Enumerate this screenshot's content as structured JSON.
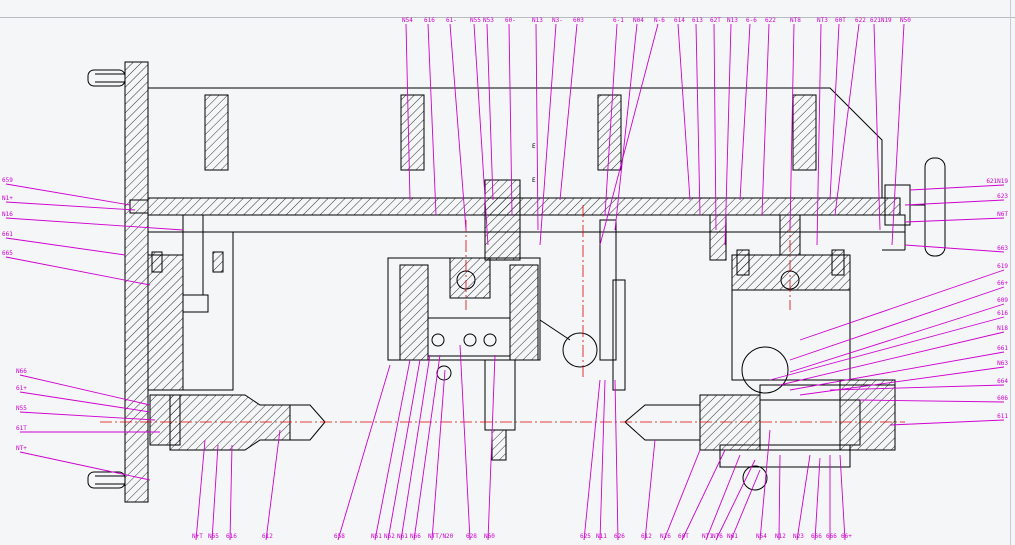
{
  "drawing": {
    "colors": {
      "outline": "#000000",
      "leader": "#d000d0",
      "centerline": "#e00000",
      "background": "#f4f6f8"
    },
    "labels_top": [
      "N54",
      "616",
      "61-",
      "N55",
      "N53",
      "60-",
      "N13",
      "N3-",
      "603",
      "6-1",
      "N04",
      "N-6",
      "614",
      "613",
      "62T",
      "N13",
      "6-6",
      "622",
      "NT8",
      "NT3",
      "60T",
      "622",
      "621N19",
      "N50"
    ],
    "labels_left": [
      "659",
      "N1+",
      "N16",
      "661",
      "665",
      "N66",
      "61+",
      "N55",
      "61T",
      "NT+"
    ],
    "labels_right": [
      "621N19",
      "623",
      "N6T",
      "663",
      "619",
      "66+",
      "609",
      "616",
      "N18",
      "661",
      "N63",
      "664",
      "606",
      "611"
    ],
    "labels_bottom": [
      "N+T",
      "N65",
      "616",
      "612",
      "658",
      "N51",
      "N52",
      "N61",
      "N66",
      "NTT/N20",
      "628",
      "N60",
      "625",
      "N11",
      "626",
      "612",
      "N16",
      "60T",
      "NT1",
      "NT6",
      "N61",
      "N54",
      "N12",
      "N23",
      "666",
      "666",
      "66+"
    ],
    "markers": [
      "E",
      "E"
    ]
  }
}
